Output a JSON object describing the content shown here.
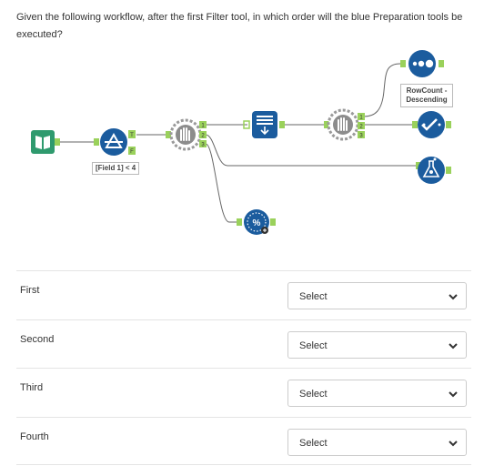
{
  "question": {
    "text": "Given the following workflow, after the first Filter tool, in which order will the blue Preparation tools be executed?"
  },
  "workflow": {
    "filter_label": "[Field 1] < 4",
    "rowcount_label_line1": "RowCount -",
    "rowcount_label_line2": "Descending",
    "filter_anchor_true": "T",
    "filter_anchor_false": "F",
    "control_anchor_1": "1",
    "control_anchor_2": "2",
    "control_anchor_3": "3"
  },
  "answers": {
    "rows": [
      {
        "label": "First",
        "selected": "Select"
      },
      {
        "label": "Second",
        "selected": "Select"
      },
      {
        "label": "Third",
        "selected": "Select"
      },
      {
        "label": "Fourth",
        "selected": "Select"
      }
    ]
  },
  "colors": {
    "preparation_blue": "#1b5c9e",
    "input_green": "#2f9a6e",
    "connector_green": "#9ad15b",
    "control_gray": "#8c8c8c"
  }
}
